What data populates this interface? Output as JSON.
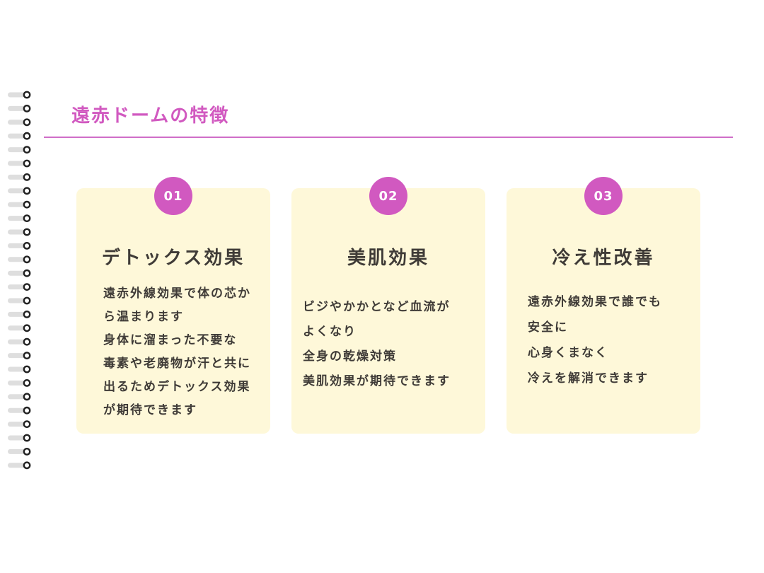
{
  "title": "遠赤ドームの特徴",
  "colors": {
    "accent": "#d159c0",
    "card_background": "#fef8d9",
    "text": "#3f3b37",
    "spiral_ring": "#222222",
    "spiral_bar": "#dedede"
  },
  "decoration": {
    "binder": "spiral-binding-icon"
  },
  "cards": [
    {
      "number": "01",
      "title": "デトックス効果",
      "lines": [
        "遠赤外線効果で体の芯か",
        "ら温まります",
        "身体に溜まった不要な",
        "毒素や老廃物が汗と共に",
        "出るためデトックス効果",
        "が期待できます"
      ]
    },
    {
      "number": "02",
      "title": "美肌効果",
      "lines": [
        "ビジやかかとなど血流が",
        "よくなり",
        "全身の乾燥対策",
        "美肌効果が期待できます"
      ]
    },
    {
      "number": "03",
      "title": "冷え性改善",
      "lines": [
        "遠赤外線効果で誰でも",
        "安全に",
        "心身くまなく",
        "冷えを解消できます"
      ]
    }
  ]
}
